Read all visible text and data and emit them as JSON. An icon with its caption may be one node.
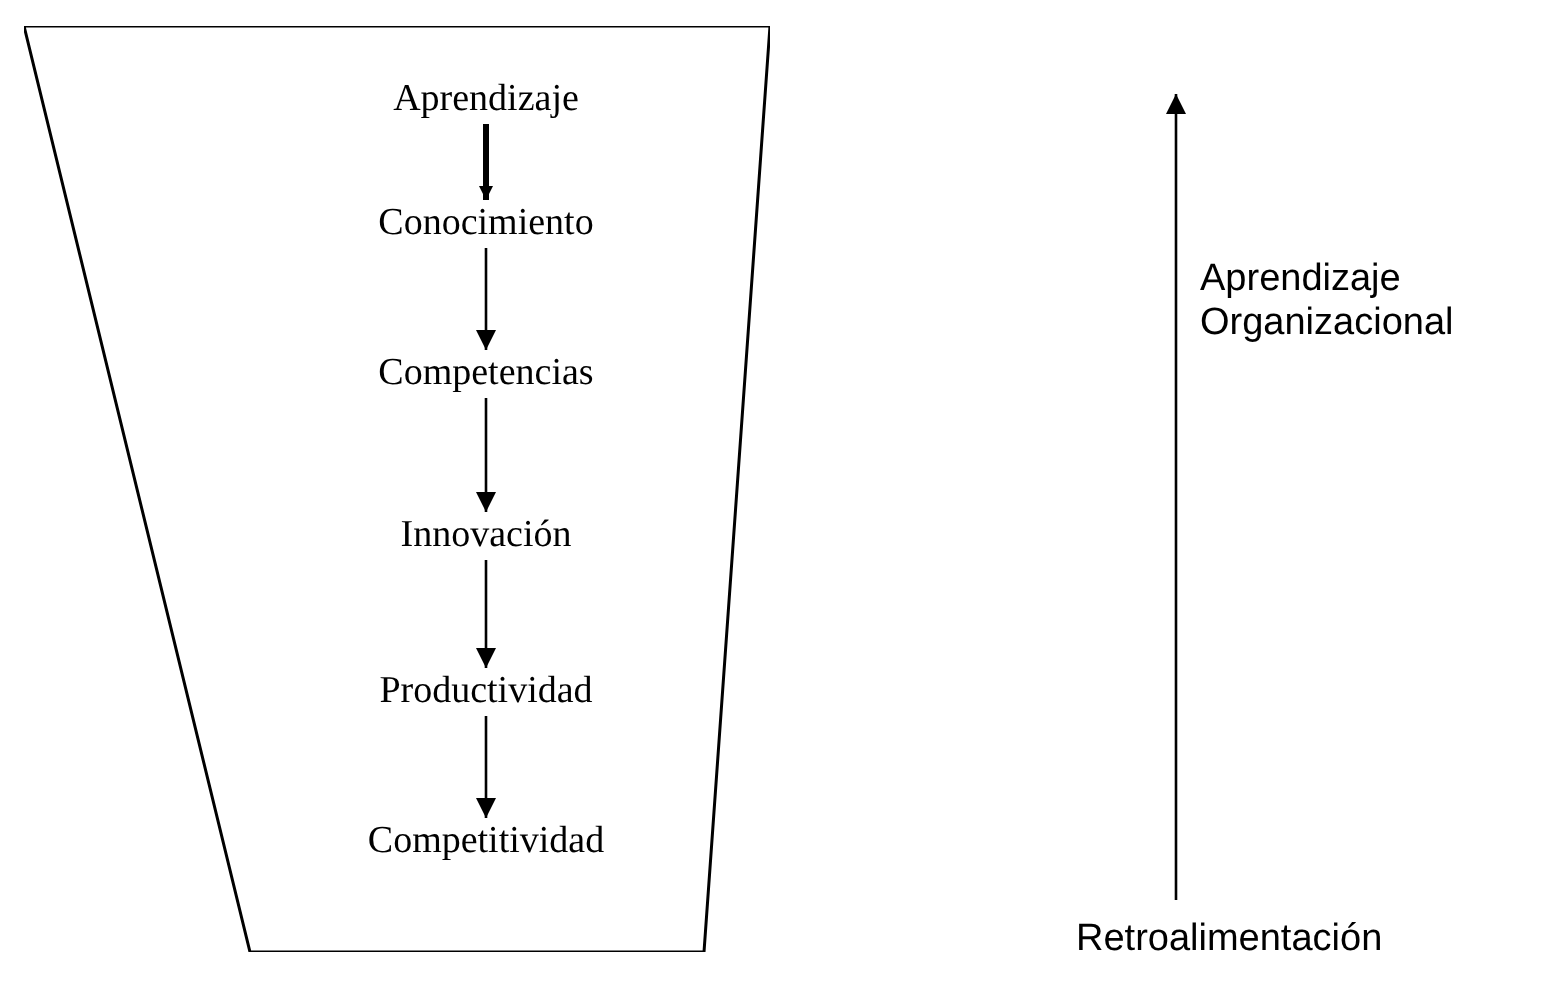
{
  "diagram": {
    "nodes": [
      {
        "text": [],
        "shape": "trapezoid"
      },
      {
        "text": [
          "Aprendizaje"
        ],
        "in": 0
      },
      {
        "text": [
          "Conocimiento"
        ],
        "in": 0
      },
      {
        "text": [
          "Competencias"
        ],
        "in": 0
      },
      {
        "text": [
          "Innovación"
        ],
        "in": 0
      },
      {
        "text": [
          "Productividad"
        ],
        "in": 0
      },
      {
        "text": [
          "Competitividad"
        ],
        "in": 0
      },
      {
        "text": [
          "Retroalimentación"
        ]
      }
    ],
    "edges": [
      {
        "from": 1,
        "to": 2,
        "arrow": "to",
        "style": "thick"
      },
      {
        "from": 2,
        "to": 3,
        "arrow": "to"
      },
      {
        "from": 3,
        "to": 4,
        "arrow": "to"
      },
      {
        "from": 4,
        "to": 5,
        "arrow": "to"
      },
      {
        "from": 5,
        "to": 6,
        "arrow": "to"
      },
      {
        "from": 7,
        "to": null,
        "arrow": "to",
        "label": "Aprendizaje Organizacional"
      }
    ]
  }
}
